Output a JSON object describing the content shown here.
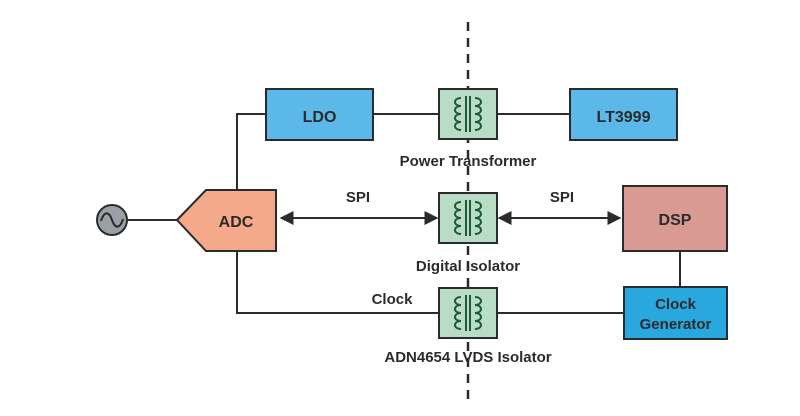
{
  "diagram": {
    "blocks": {
      "ldo": "LDO",
      "lt3999": "LT3999",
      "adc": "ADC",
      "dsp": "DSP",
      "clock_gen_line1": "Clock",
      "clock_gen_line2": "Generator"
    },
    "isolator_labels": {
      "power": "Power Transformer",
      "digital": "Digital Isolator",
      "lvds": "ADN4654 LVDS Isolator"
    },
    "signal_labels": {
      "spi_left": "SPI",
      "spi_right": "SPI",
      "clock": "Clock"
    },
    "colors": {
      "ldo_fill": "#5bb8e8",
      "lt3999_fill": "#5bb8e8",
      "adc_fill": "#f4a98a",
      "dsp_fill": "#d99a94",
      "clock_gen_fill": "#29a8e0",
      "isolator_fill": "#b9dcc6",
      "coil": "#1e5a3a",
      "line": "#2b2b2b"
    }
  }
}
